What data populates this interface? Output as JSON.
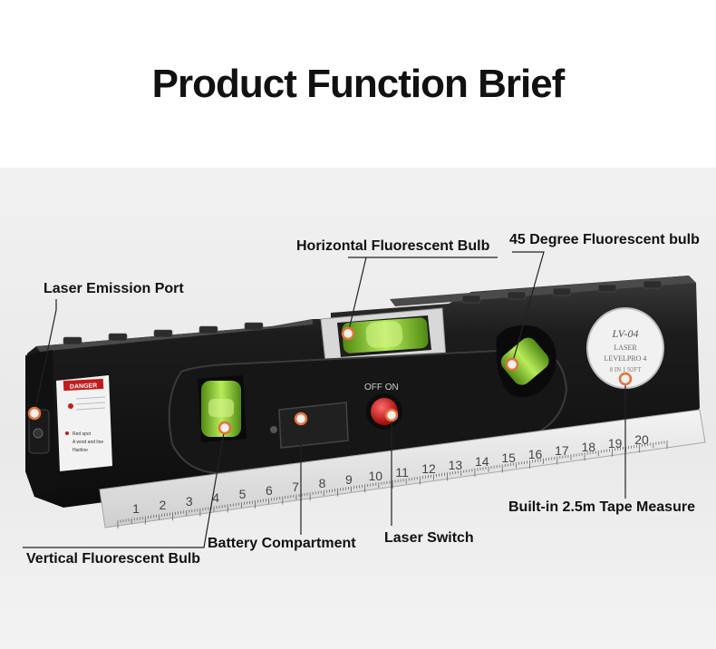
{
  "title": "Product Function Brief",
  "callouts": {
    "laser_emission_port": "Laser Emission Port",
    "horizontal_bulb": "Horizontal Fluorescent Bulb",
    "degree45_bulb": "45 Degree Fluorescent bulb",
    "tape_measure": "Built-in 2.5m Tape Measure",
    "vertical_bulb": "Vertical Fluorescent Bulb",
    "battery": "Battery Compartment",
    "laser_switch": "Laser Switch"
  },
  "device": {
    "switch_label": "OFF  ON",
    "badge_model": "LV-04",
    "badge_line1": "LASER",
    "badge_line2": "LEVELPRO 4",
    "badge_line3": "8 IN 1 92FT",
    "danger_header": "DANGER",
    "danger_legend_1": "Red spot",
    "danger_legend_2": "A word and line",
    "danger_legend_3": "Hairline"
  },
  "ruler_ticks": [
    "1",
    "2",
    "3",
    "4",
    "5",
    "6",
    "7",
    "8",
    "9",
    "10",
    "11",
    "12",
    "13",
    "14",
    "15",
    "16",
    "17",
    "18",
    "19",
    "20"
  ],
  "colors": {
    "accent_dot": "#e8703a",
    "body": "#1a1a1a",
    "bubble": "#8fd13a",
    "button": "#d11a1a"
  }
}
